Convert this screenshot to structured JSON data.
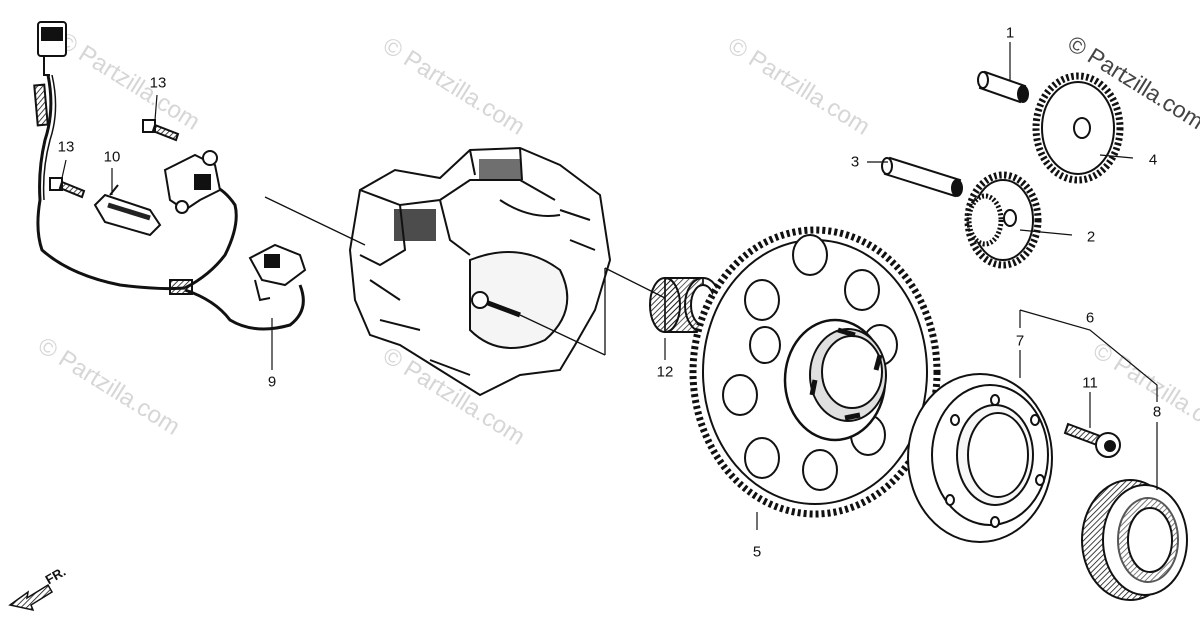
{
  "diagram": {
    "watermark": "© Partzilla.com",
    "direction_label": "FR.",
    "callouts": [
      {
        "id": "1",
        "label": "1"
      },
      {
        "id": "2",
        "label": "2"
      },
      {
        "id": "3",
        "label": "3"
      },
      {
        "id": "4",
        "label": "4"
      },
      {
        "id": "5",
        "label": "5"
      },
      {
        "id": "6",
        "label": "6"
      },
      {
        "id": "7",
        "label": "7"
      },
      {
        "id": "8",
        "label": "8"
      },
      {
        "id": "9",
        "label": "9"
      },
      {
        "id": "10",
        "label": "10"
      },
      {
        "id": "11",
        "label": "11"
      },
      {
        "id": "12",
        "label": "12"
      },
      {
        "id": "13a",
        "label": "13"
      },
      {
        "id": "13b",
        "label": "13"
      }
    ],
    "parts": [
      {
        "id": "1",
        "name": "short-shaft"
      },
      {
        "id": "2",
        "name": "idle-gear-small"
      },
      {
        "id": "3",
        "name": "long-shaft"
      },
      {
        "id": "4",
        "name": "idle-gear-large"
      },
      {
        "id": "5",
        "name": "starter-driven-gear"
      },
      {
        "id": "6",
        "name": "starter-clutch-assembly"
      },
      {
        "id": "7",
        "name": "starter-clutch-outer"
      },
      {
        "id": "8",
        "name": "one-way-clutch"
      },
      {
        "id": "9",
        "name": "pulse-generator"
      },
      {
        "id": "10",
        "name": "wire-clamp"
      },
      {
        "id": "11",
        "name": "socket-bolt"
      },
      {
        "id": "12",
        "name": "needle-bearing"
      },
      {
        "id": "13",
        "name": "bolt"
      }
    ]
  }
}
